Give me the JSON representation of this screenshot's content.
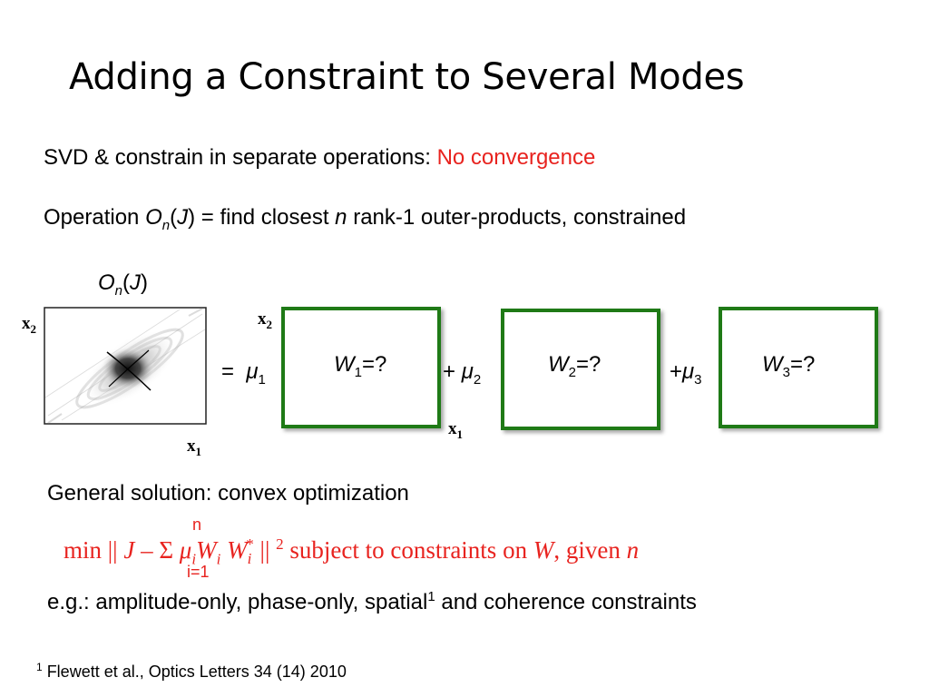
{
  "slide": {
    "title": "Adding a Constraint to Several Modes",
    "line1": {
      "prefix": "SVD & constrain in separate operations: ",
      "highlight": "No convergence"
    },
    "line2": {
      "a": "Operation ",
      "O": "O",
      "n": "n",
      "J_open": "(",
      "J": "J",
      "J_close": ")",
      "b": " = find closest ",
      "n2": "n",
      "c": " rank-1 outer-products, constrained"
    },
    "diagram": {
      "on_label": {
        "O": "O",
        "n": "n",
        "J_open": "(",
        "J": "J",
        "J_close": ")"
      },
      "x1": "x",
      "x1_sub": "1",
      "x2": "x",
      "x2_sub": "2",
      "eq": "=",
      "mu1": "μ",
      "mu1_sub": "1",
      "plus2": "+ ",
      "mu2": "μ",
      "mu2_sub": "2",
      "plus3": "+",
      "mu3": "μ",
      "mu3_sub": "3",
      "w1": {
        "W": "W",
        "sub": "1",
        "rest": "=?"
      },
      "w2": {
        "W": "W",
        "sub": "2",
        "rest": "=?"
      },
      "w3": {
        "W": "W",
        "sub": "3",
        "rest": "=?"
      }
    },
    "line3": "General solution: convex optimization",
    "formula": {
      "min": "min  || ",
      "J": "J",
      "dash": " – ",
      "sigma": "Σ",
      "mu": "μ",
      "i1": "i",
      "W1": "W",
      "i2": "i",
      "W2": "W",
      "i3": "i",
      "star": "*",
      "norm": " || ",
      "two": "2",
      "subject": " subject to constraints on ",
      "W3": "W",
      "given": ", given ",
      "n": "n",
      "top": "n",
      "bottom": "i=1"
    },
    "line4": {
      "a": "e.g.: amplitude-only, phase-only, spatial",
      "sup": "1",
      "b": " and coherence constraints"
    },
    "footnote": {
      "sup": "1",
      "text": " Flewett et al., Optics Letters 34 (14) 2010"
    }
  },
  "colors": {
    "accent_red": "#e8231f",
    "box_green": "#1f7a16"
  }
}
